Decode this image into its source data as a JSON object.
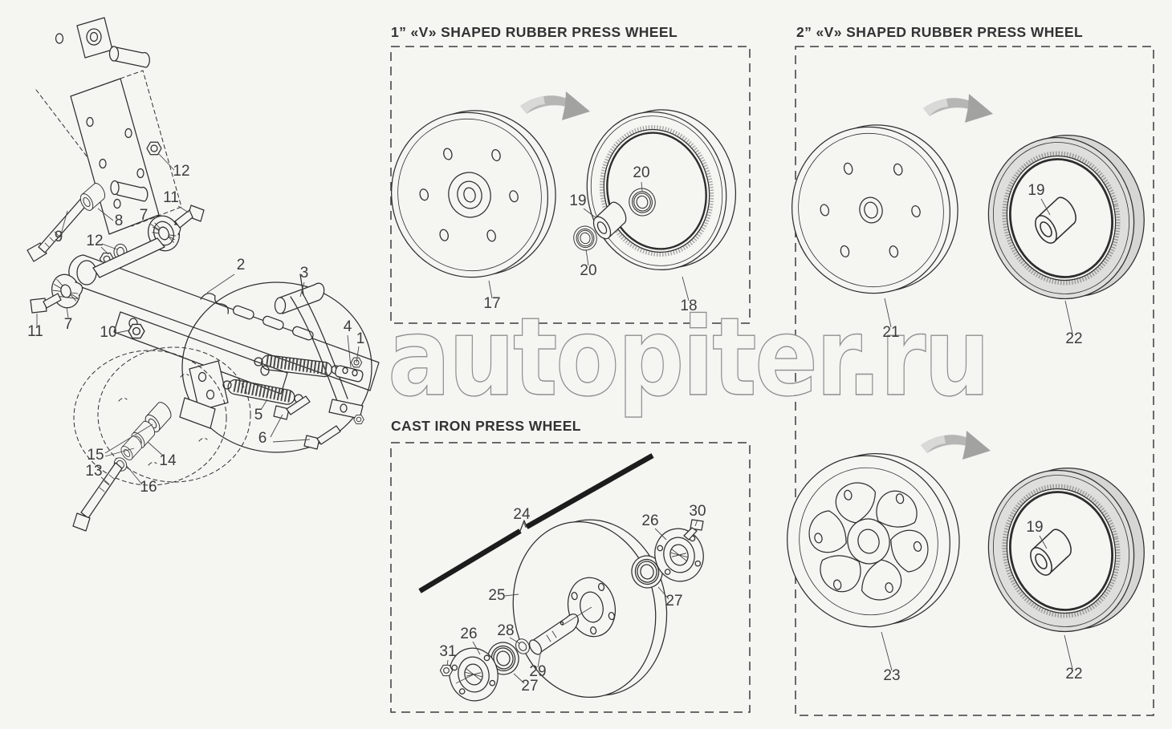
{
  "page": {
    "background": "#f5f5f2",
    "line_color": "#2f2f2f",
    "type": "exploded parts diagram"
  },
  "watermark": {
    "text": "autopiter.ru",
    "stroke_color": "#8e8e8e"
  },
  "panels": {
    "one_inch": {
      "title": "1” «V» SHAPED RUBBER PRESS WHEEL"
    },
    "two_inch": {
      "title": "2” «V» SHAPED RUBBER PRESS WHEEL"
    },
    "cast_iron": {
      "title": "CAST IRON PRESS WHEEL"
    }
  },
  "callouts": {
    "assembly": [
      "12",
      "11",
      "8",
      "7",
      "9",
      "12",
      "2",
      "3",
      "11",
      "7",
      "10",
      "4",
      "1",
      "5",
      "6",
      "15",
      "14",
      "13",
      "16"
    ],
    "one_inch": [
      "17",
      "18",
      "19",
      "20",
      "20"
    ],
    "two_inch": [
      "21",
      "22",
      "19",
      "23",
      "22",
      "19"
    ],
    "cast_iron": [
      "24",
      "25",
      "26",
      "30",
      "27",
      "26",
      "31",
      "27",
      "28",
      "29"
    ]
  }
}
